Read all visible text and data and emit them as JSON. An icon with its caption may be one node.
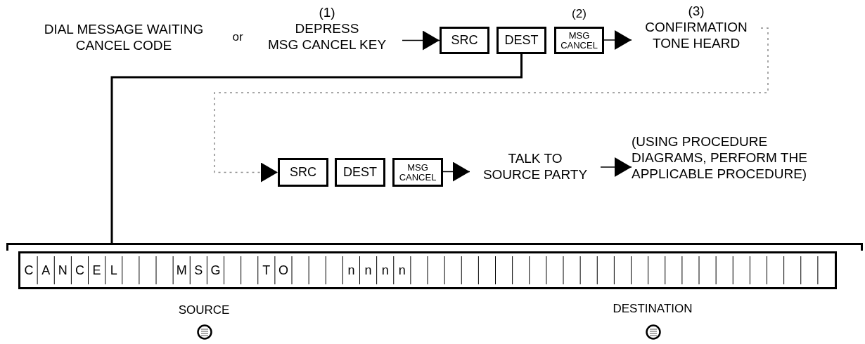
{
  "diagram": {
    "nodes": [
      {
        "text": [
          "DIAL MESSAGE WAITING CANCEL CODE"
        ]
      },
      {
        "text": [
          "(1)",
          "DEPRESS MSG CANCEL KEY"
        ]
      },
      {
        "text": [
          "SRC"
        ]
      },
      {
        "text": [
          "DEST"
        ]
      },
      {
        "text": [
          "MSG CANCEL"
        ],
        "beside": [
          "(2)"
        ]
      },
      {
        "text": [
          "(3)",
          "CONFIRMATION TONE HEARD"
        ]
      },
      {
        "text": [
          "SRC"
        ]
      },
      {
        "text": [
          "DEST"
        ]
      },
      {
        "text": [
          "MSG CANCEL"
        ]
      },
      {
        "text": [
          "TALK TO SOURCE PARTY"
        ]
      },
      {
        "text": [
          "(USING PROCEDURE DIAGRAMS, PERFORM THE APPLICABLE PROCEDURE)"
        ]
      },
      {
        "text": [
          "C",
          "A",
          "N",
          "C",
          "E",
          "L",
          "M",
          "S",
          "G",
          "T",
          "O",
          "n",
          "n",
          "n",
          "n"
        ]
      }
    ],
    "edges": [
      {
        "from": 1,
        "to": 2,
        "arrow": "to"
      },
      {
        "from": 4,
        "to": 5,
        "arrow": "to"
      },
      {
        "from": 5,
        "to": 6,
        "arrow": "to",
        "style": "dashed",
        "color": "#8c8c8c"
      },
      {
        "from": 8,
        "to": 9,
        "arrow": "to"
      },
      {
        "from": 9,
        "to": 10,
        "arrow": "to"
      },
      {
        "from": 3,
        "to": 11,
        "arrow": "none"
      }
    ],
    "labels": [
      "or",
      "SOURCE",
      "DESTINATION"
    ]
  }
}
